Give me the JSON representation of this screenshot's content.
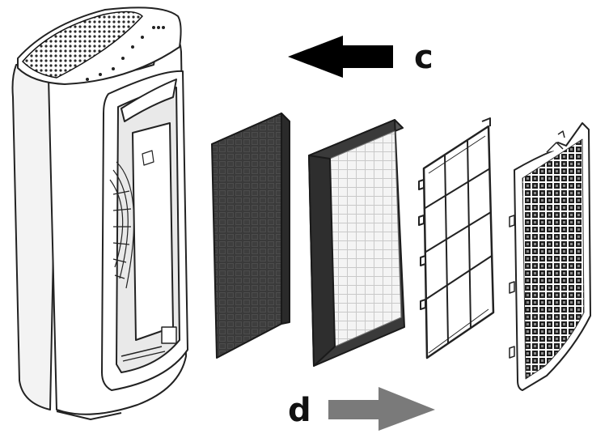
{
  "labels": {
    "c": "c",
    "d": "d"
  },
  "colors": {
    "line": "#222222",
    "arrow_c": "#000000",
    "arrow_d": "#7a7a7a",
    "carbon_filter": "#3c3c3c",
    "hepa_frame": "#333333",
    "hepa_media": "#f2f2f2"
  },
  "components": [
    "air-purifier-unit",
    "carbon-filter",
    "hepa-filter",
    "pre-filter-frame",
    "front-grille-cover"
  ]
}
